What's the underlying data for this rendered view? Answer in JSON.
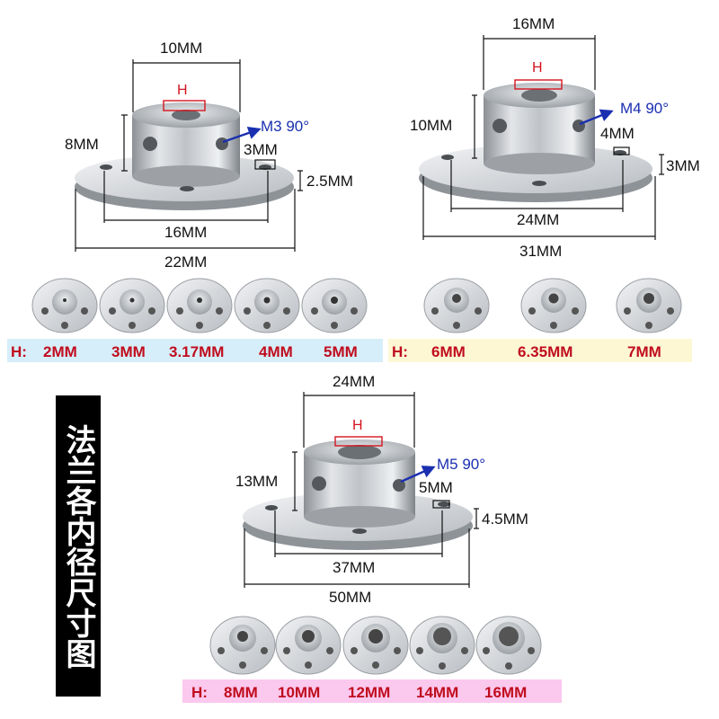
{
  "title": "法兰各内径尺寸图",
  "flange_small": {
    "top_width": "10MM",
    "hole": "H",
    "height": "8MM",
    "screw": "M3 90°",
    "slot": "3MM",
    "thickness": "2.5MM",
    "pcd": "16MM",
    "outer": "22MM"
  },
  "flange_medium": {
    "top_width": "16MM",
    "hole": "H",
    "height": "10MM",
    "screw": "M4 90°",
    "slot": "4MM",
    "thickness": "3MM",
    "pcd": "24MM",
    "outer": "31MM"
  },
  "flange_large": {
    "top_width": "24MM",
    "hole": "H",
    "height": "13MM",
    "screw": "M5 90°",
    "slot": "5MM",
    "thickness": "4.5MM",
    "pcd": "37MM",
    "outer": "50MM"
  },
  "bar_small": {
    "prefix": "H:",
    "sizes": [
      "2MM",
      "3MM",
      "3.17MM",
      "4MM",
      "5MM"
    ],
    "bg": "#d6eef9"
  },
  "bar_medium": {
    "prefix": "H:",
    "sizes": [
      "6MM",
      "6.35MM",
      "7MM"
    ],
    "bg": "#fdf7d4"
  },
  "bar_large": {
    "prefix": "H:",
    "sizes": [
      "8MM",
      "10MM",
      "12MM",
      "14MM",
      "16MM"
    ],
    "bg": "#fbc8ee"
  },
  "colors": {
    "dimension": "#111111",
    "screw_arrow": "#1a2fb0",
    "hole_marker": "#d4141f"
  }
}
